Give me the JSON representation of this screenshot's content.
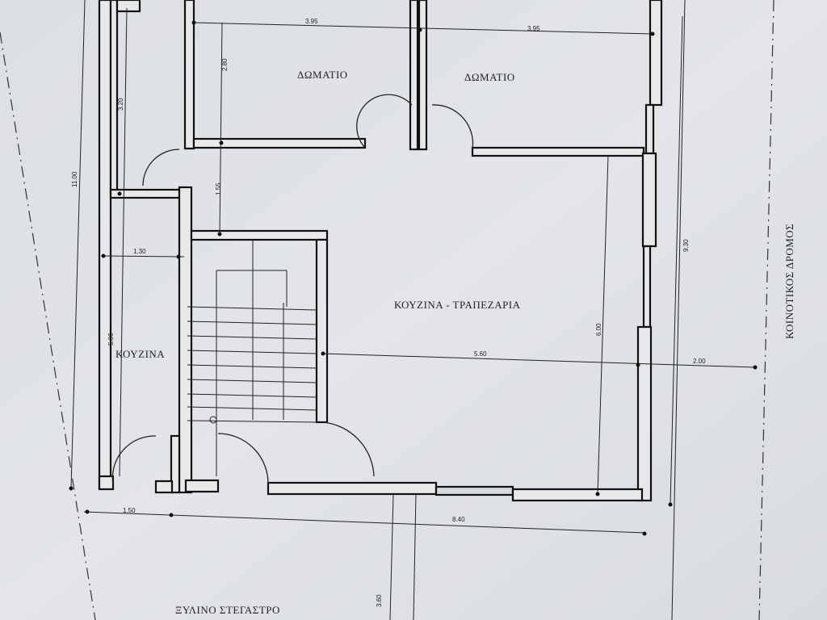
{
  "rooms": {
    "bedroom_left": "ΔΩΜΑΤΙΟ",
    "bedroom_right": "ΔΩΜΑΤΙΟ",
    "kitchen_dining": "ΚΟΥΖΙΝΑ - ΤΡΑΠΕΖΑΡΙΑ",
    "kitchen": "ΚΟΥΖΙΝΑ",
    "wooden_shelter": "ΞΥΛΙΝΟ ΣΤΕΓΑΣΤΡΟ",
    "community_road": "ΚΟΙΝΟΤΙΚΟΣ ΔΡΟΜΟΣ"
  },
  "dimensions": {
    "bedroom_left_width": "3.95",
    "bedroom_right_width": "3.95",
    "bedroom_depth": "2.80",
    "corridor_left": "3.20",
    "total_depth": "11.00",
    "hall_depth": "1.55",
    "kitchen_width": "1.30",
    "kitchen_depth": "5.00",
    "dining_width": "5.60",
    "dining_depth": "6.00",
    "right_side": "9.30",
    "setback_road": "2.00",
    "bottom_left": "1.50",
    "bottom_total": "8.40",
    "shelter_depth": "3.60"
  }
}
